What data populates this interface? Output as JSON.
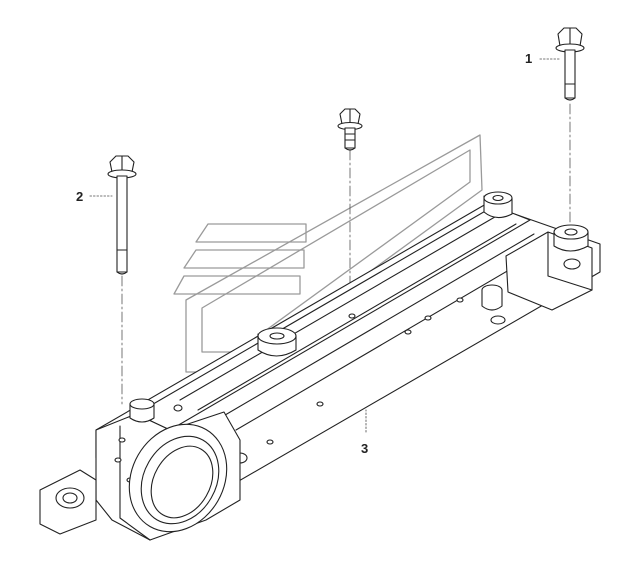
{
  "callouts": [
    {
      "id": "1",
      "label": "1"
    },
    {
      "id": "2",
      "label": "2"
    },
    {
      "id": "3",
      "label": "3"
    }
  ],
  "colors": {
    "line": "#222222",
    "watermark": "#9a9a9a",
    "background": "#ffffff"
  }
}
